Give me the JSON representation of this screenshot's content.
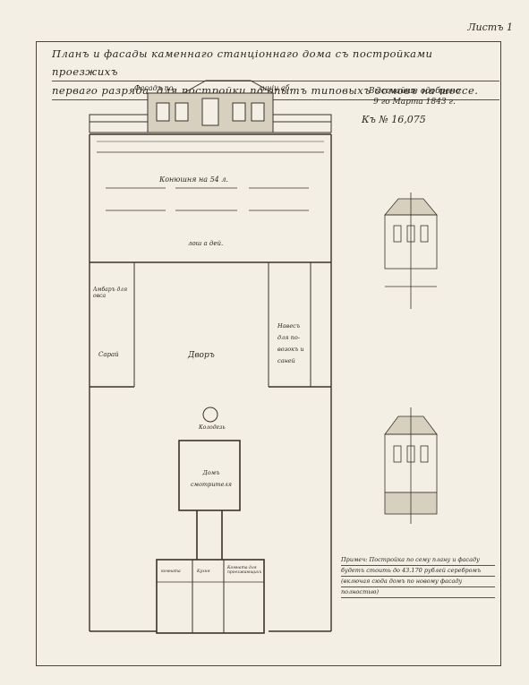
{
  "sheet": {
    "number": "Листъ 1"
  },
  "title": {
    "line1": "Планъ и фасады каменнаго станціоннаго дома съ постройками проезжихъ",
    "line2": "перваго разряда, для постройки по опытъ типовыхъ домовъ на шоссе."
  },
  "facade_caption": {
    "left": "Фасадъ по",
    "right": "линіи аб."
  },
  "approval": {
    "line1": "Высочайше одобрено",
    "line2": "9 го Марта 1843 г.",
    "number": "Къ № 16,075"
  },
  "plan_labels": {
    "stables": "Конюшня на 54 л.",
    "horses": "лош а дей.",
    "shed_left": "Амбаръ для овса",
    "barn": "Сарай",
    "yard": "Дворъ",
    "canopy": "Навесъ для по-возокъ и саней",
    "well": "Колодезь",
    "house": "Домъ смотрителя",
    "room1": "комната",
    "room2": "Кухня",
    "room3": "Комната для проезжающихъ"
  },
  "note": {
    "line1": "Примеч: Постройка по сему плану и фасаду",
    "line2": "будетъ стоить до 43.170 рублей серебромъ",
    "line3": "(включая сюда домъ по новому фасаду",
    "line4": "полностью)"
  }
}
